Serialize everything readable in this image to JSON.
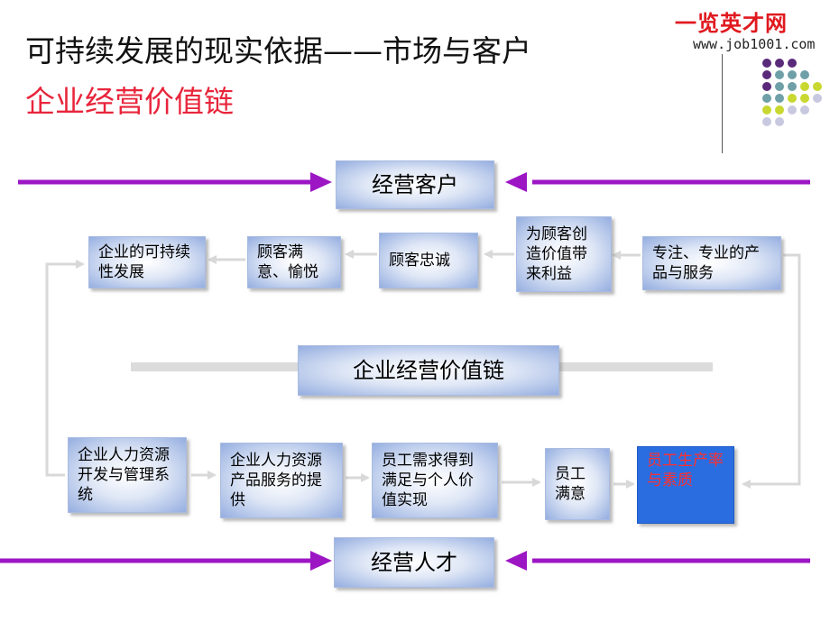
{
  "title": {
    "line1": "可持续发展的现实依据——市场与客户",
    "line2": "企业经营价值链"
  },
  "logo": {
    "brand": "一览英才网",
    "site": "www.job1001.com"
  },
  "colors": {
    "title_red": "#e8253b",
    "arrow_purple": "#9c16c4",
    "highlight_box": "#2a6de0",
    "highlight_text": "#ff3030"
  },
  "diagram": {
    "top_center": "经营客户",
    "middle_center": "企业经营价值链",
    "bottom_center": "经营人才",
    "top_row": [
      "企业的可持续性发展",
      "顾客满意、愉悦",
      "顾客忠诚",
      "为顾客创造价值带来利益",
      "专注、专业的产品与服务"
    ],
    "bottom_row": [
      "企业人力资源开发与管理系统",
      "企业人力资源产品服务的提供",
      "员工需求得到满足与个人价值实现",
      "员工满意",
      "员工生产率与素质"
    ]
  }
}
